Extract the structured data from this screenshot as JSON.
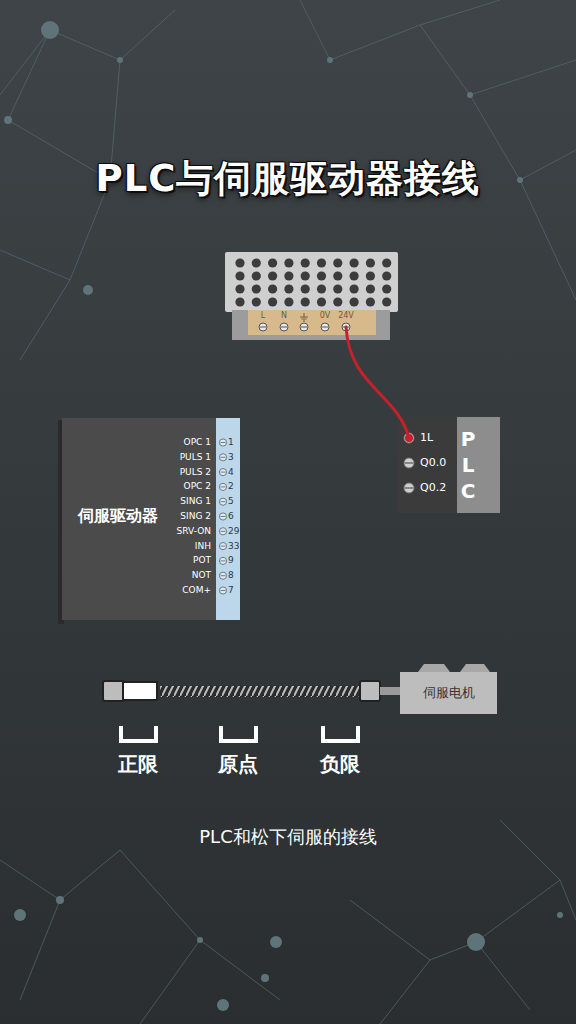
{
  "diagram": {
    "title": "PLC与伺服驱动器接线",
    "caption": "PLC和松下伺服的接线",
    "nodes": [
      {
        "text": [
          "L",
          "N",
          "0V",
          "24V"
        ]
      },
      {
        "text": [
          "1L",
          "Q0.0",
          "Q0.2",
          "PLC"
        ]
      },
      {
        "text": [
          "伺服驱动器",
          "OPC 1",
          "1",
          "PULS 1",
          "3",
          "PULS 2",
          "4",
          "OPC 2",
          "2",
          "SING 1",
          "5",
          "SING 2",
          "6",
          "SRV-ON",
          "29",
          "INH",
          "33",
          "POT",
          "9",
          "NOT",
          "8",
          "COM+",
          "7"
        ]
      },
      {
        "text": [
          "伺服电机"
        ]
      }
    ],
    "edges": [
      {
        "from": 0,
        "to": 1,
        "arrow": "none"
      }
    ],
    "labels": [
      "正限",
      "原点",
      "负限"
    ]
  }
}
